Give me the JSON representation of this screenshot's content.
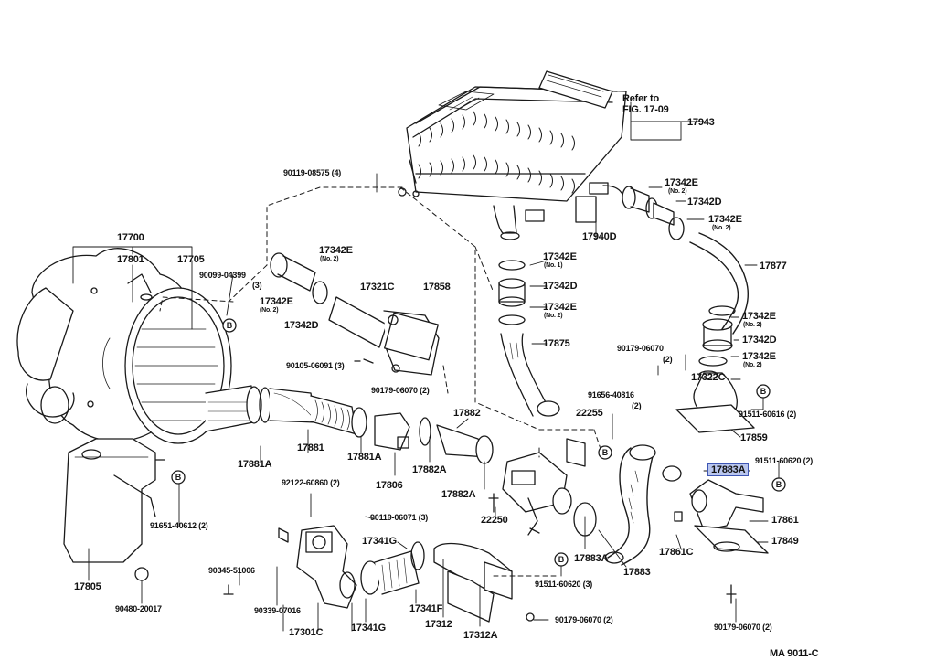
{
  "figure_code": "MA 9011-C",
  "reference": {
    "line1": "Refer to",
    "line2": "FIG. 17-09"
  },
  "bolt_mark": "B",
  "highlighted_part": "17883A",
  "labels": {
    "p17943": "17943",
    "p17940D": "17940D",
    "p90119_08575": "90119-08575 (4)",
    "p17342E_no2_a": "17342E",
    "p17342E_no2_a_sub": "(No. 2)",
    "p17342D_a": "17342D",
    "p17342E_no2_b": "17342E",
    "p17342E_no2_b_sub": "(No. 2)",
    "p17877": "17877",
    "p17700": "17700",
    "p17801": "17801",
    "p17705": "17705",
    "p90099_04399": "90099-04399",
    "p90099_04399_sub": "(3)",
    "p17342E_c": "17342E",
    "p17342E_c_sub": "(No. 2)",
    "p17342E_d": "17342E",
    "p17342E_d_sub": "(No. 2)",
    "p17342D_b": "17342D",
    "p17321C": "17321C",
    "p17858": "17858",
    "p17342E_no1": "17342E",
    "p17342E_no1_sub": "(No. 1)",
    "p17342D_c": "17342D",
    "p17342E_no2_e": "17342E",
    "p17342E_no2_e_sub": "(No. 2)",
    "p17875": "17875",
    "p17342E_no2_f": "17342E",
    "p17342E_no2_f_sub": "(No. 2)",
    "p17342D_d": "17342D",
    "p17342E_no2_g": "17342E",
    "p17342E_no2_g_sub": "(No. 2)",
    "p17322C": "17322C",
    "p90179_06070_a": "90179-06070",
    "p90179_06070_a_sub": "(2)",
    "p90105_06091": "90105-06091 (3)",
    "p90179_06070_b": "90179-06070 (2)",
    "p91656_40816": "91656-40816",
    "p91656_40816_sub": "(2)",
    "p91511_60616": "91511-60616 (2)",
    "p17859": "17859",
    "p91511_60620": "91511-60620 (2)",
    "p17883A": "17883A",
    "p17881A_a": "17881A",
    "p17881": "17881",
    "p17881A_b": "17881A",
    "p17806": "17806",
    "p17882": "17882",
    "p17882A_a": "17882A",
    "p17882A_b": "17882A",
    "p22255": "22255",
    "p91651_40612": "91651-40612 (2)",
    "p92122_60860": "92122-60860 (2)",
    "p90119_06071": "90119-06071 (3)",
    "p22250": "22250",
    "p17861": "17861",
    "p17849": "17849",
    "p17861C": "17861C",
    "p17883A_b": "17883A",
    "p17883": "17883",
    "p17341G_a": "17341G",
    "p90345_51006": "90345-51006",
    "p91511_60620_b": "91511-60620 (3)",
    "p17805": "17805",
    "p17341F": "17341F",
    "p90339_07016": "90339-07016",
    "p17341G_b": "17341G",
    "p17312": "17312",
    "p17312A": "17312A",
    "p90179_06070_c": "90179-06070 (2)",
    "p90480_20017": "90480-20017",
    "p17301C": "17301C",
    "p90179_06070_d": "90179-06070 (2)"
  }
}
